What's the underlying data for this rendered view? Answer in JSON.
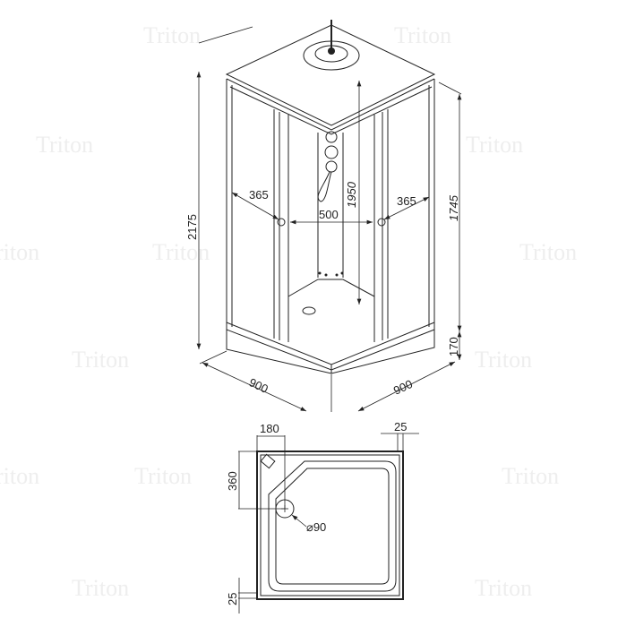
{
  "watermark": "Triton",
  "iso_view": {
    "total_height": "2175",
    "inner_height": "1950",
    "door_height": "1745",
    "tray_height": "170",
    "door_left_width": "365",
    "door_right_width": "365",
    "opening_width": "500",
    "depth_left": "900",
    "depth_right": "900"
  },
  "plan_view": {
    "drain_offset_x": "180",
    "frame_right": "25",
    "drain_offset_y": "360",
    "drain_diameter": "⌀90",
    "frame_bottom": "25"
  }
}
